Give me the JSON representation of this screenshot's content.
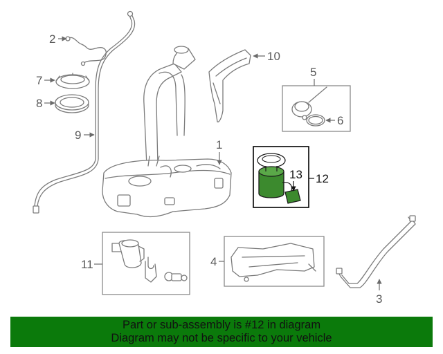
{
  "callouts": {
    "c1": "1",
    "c2": "2",
    "c3": "3",
    "c4": "4",
    "c5": "5",
    "c6": "6",
    "c7": "7",
    "c8": "8",
    "c9": "9",
    "c10": "10",
    "c11": "11",
    "c12": "12",
    "c13": "13"
  },
  "banner": {
    "line1": "Part or sub-assembly is #12 in diagram",
    "line2": "Diagram may not be specific to your vehicle"
  },
  "colors": {
    "banner_bg": "#0b7a0b",
    "highlight_part": "#3c8a2e",
    "highlight_box": "#000000"
  }
}
